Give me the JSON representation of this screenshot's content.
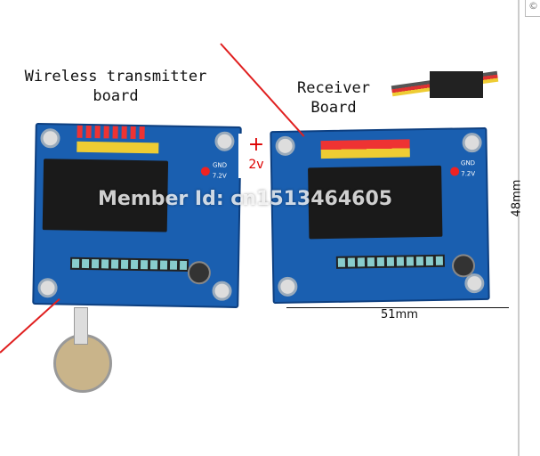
{
  "transmitter": {
    "title_line1": "Wireless transmitter",
    "title_line2": "board",
    "gnd": "GND",
    "volt": "7.2V",
    "plus": "+",
    "voltage_note": "2v"
  },
  "receiver": {
    "title_line1": "Receiver",
    "title_line2": "Board",
    "gnd": "GND",
    "volt": "7.2V"
  },
  "dimensions": {
    "height": "48mm",
    "width": "51mm"
  },
  "watermark": "Member Id: cn1513464605",
  "colors": {
    "board": "#1a5fb0",
    "arrow": "#e02020"
  }
}
